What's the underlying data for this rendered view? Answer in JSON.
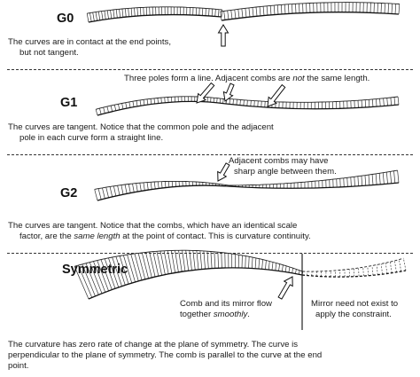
{
  "sections": {
    "g0": {
      "heading": "G0",
      "caption_line1": "The curves are in contact at the end points,",
      "caption_line2": "but not tangent."
    },
    "g1": {
      "heading": "G1",
      "callout_before": "Three poles form a line. Adjacent combs are ",
      "callout_italic": "not",
      "callout_after": " the same length.",
      "caption_line1": "The curves are tangent. Notice that the common pole and the adjacent",
      "caption_line2": "pole in each curve form a straight line."
    },
    "g2": {
      "heading": "G2",
      "callout_line1": "Adjacent combs may have",
      "callout_line2": "sharp angle between them.",
      "caption_line1": "The curves are tangent. Notice that the combs, which have an identical scale",
      "caption_line2_before": "factor, are the ",
      "caption_line2_italic": "same length",
      "caption_line2_after": " at the point of contact. This is curvature continuity."
    },
    "symmetric": {
      "heading": "Symmetric",
      "note_left_line1": "Comb and its mirror flow",
      "note_left_line2_before": "together ",
      "note_left_line2_italic": "smoothly",
      "note_left_line2_after": ".",
      "note_right_line1": "Mirror need not exist to",
      "note_right_line2": "apply the constraint.",
      "caption_line1": "The curvature has zero rate of change at the plane of symmetry. The curve is",
      "caption_line2": "perpendicular to the plane of symmetry. The comb is parallel to the curve at the end",
      "caption_line3": "point."
    }
  }
}
